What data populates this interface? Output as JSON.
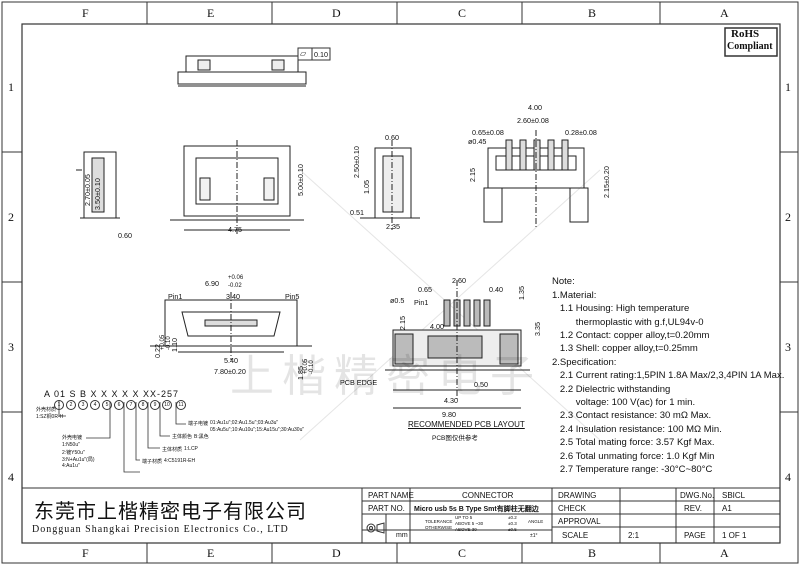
{
  "border": {
    "top_letters": [
      "F",
      "E",
      "D",
      "C",
      "B",
      "A"
    ],
    "bottom_letters": [
      "F",
      "E",
      "D",
      "C",
      "B",
      "A"
    ],
    "side_numbers": [
      "1",
      "2",
      "3",
      "4"
    ]
  },
  "rohs": {
    "line1": "RoHS",
    "line2": "Compliant"
  },
  "flatness": {
    "symbol": "▱",
    "value": "0.10"
  },
  "dimensions": {
    "d_0_60_top": "0.60",
    "d_2_50": "2.50±0.10",
    "d_1_05": "1.05",
    "d_0_51": "0.51",
    "d_2_35": "2.35",
    "d_4_00": "4.00",
    "d_2_60": "2.60±0.08",
    "d_0_65": "0.65±0.08",
    "d_0_28": "0.28±0.08",
    "d_0_45": "ø0.45",
    "d_2_15a": "2.15",
    "d_2_15b": "2.15±0.20",
    "d_2_70": "2.70±0.05",
    "d_3_50": "3.50±0.10",
    "d_0_60_side": "0.60",
    "d_4_75": "4.75",
    "d_5_00": "5.00±0.10",
    "d_6_90": "6.90",
    "d_6_90_tol_up": "+0.06",
    "d_6_90_tol_dn": "-0.02",
    "d_3_40": "3.40",
    "pin1": "Pin1",
    "pin5": "Pin5",
    "d_0_22": "0.22",
    "d_0_22_tol_up": "+0.05",
    "d_0_22_tol_dn": "-0.10",
    "d_1_10": "1.10",
    "d_5_40": "5.40",
    "d_7_80": "7.80±0.20",
    "d_1_85": "1.85",
    "d_1_85_tol_up": "+0.05",
    "d_1_85_tol_dn": "-0.10",
    "pcb_0_65": "0.65",
    "pcb_2_60": "2.60",
    "pcb_0_40": "0.40",
    "pcb_1_35": "1.35",
    "pcb_0_5": "ø0.5",
    "pcb_pin1": "Pin1",
    "pcb_2_15": "2.15",
    "pcb_4_00": "4.00",
    "pcb_3_35": "3.35",
    "pcb_0_50": "0.50",
    "pcb_4_30": "4.30",
    "pcb_9_80": "9.80",
    "pcb_edge": "PCB EDGE",
    "pcb_title": "RECOMMENDED PCB LAYOUT",
    "pcb_subtitle": "PCB图仅供参考"
  },
  "part_code": {
    "code": "A 01 S B X X X X X XX-257",
    "circles": [
      "1",
      "2",
      "3",
      "4",
      "5",
      "6",
      "7",
      "8",
      "9",
      "10",
      "11"
    ],
    "labels": {
      "l1": "外壳材质",
      "l1a": "1:SZ铜0R-H",
      "l2": "外壳电镀",
      "l2a": "1:N50u\"",
      "l2b": "2:镀Y50u\"",
      "l2c": "3:N+Au1u\"(局)",
      "l2d": "4:Au1u\"",
      "l3": "端子电镀",
      "l3a": "01:Au1u\";02:Au1.5u\";03:Au3u\"",
      "l3b": "05:Au5u\";10:Au10u\";15:Au15u\";30:Au30u\"",
      "l4": "主体颜色",
      "l4a": "B:黑色",
      "l5": "主体材质",
      "l5a": "1:LCP",
      "l6": "端子材质",
      "l6a": "4:C5191R-EH"
    }
  },
  "notes": [
    "Note:",
    "1.Material:",
    "   1.1 Housing: High temperature",
    "         thermoplastic with g.f,UL94v-0",
    "   1.2 Contact: copper alloy,t=0.20mm",
    "   1.3 Shell: copper alloy,t=0.25mm",
    "2.Specification:",
    "   2.1 Current rating:1,5PIN 1.8A Max/2,3,4PIN 1A Max.",
    "   2.2 Dielectric withstanding",
    "         voltage: 100 V(ac) for 1 min.",
    "   2.3 Contact resistance: 30 mΩ Max.",
    "   2.4 Insulation resistance: 100 MΩ Min.",
    "   2.5 Total mating force: 3.57 Kgf Max.",
    "   2.6 Total unmating force: 1.0 Kgf Min",
    "   2.7 Temperature range: -30°C~80°C"
  ],
  "company": {
    "cn": "东莞市上楷精密电子有限公司",
    "en": "Dongguan Shangkai Precision Electronics Co., LTD"
  },
  "title_block": {
    "part_name_label": "PART NAME",
    "part_name": "CONNECTOR",
    "part_no_label": "PART NO.",
    "part_no": "Micro usb 5s B Type Smt有脚柱无翻边",
    "tolerance_label": "TOLERANCE\nOTHERWISE",
    "tol_rows": [
      "UP TO 5",
      "ABOVE 5 ~30",
      "ABOVE 30"
    ],
    "tol_vals": [
      "±0.2",
      "±0.3",
      "±0.5"
    ],
    "angle_label": "ANGLE",
    "angle_val": "±1°",
    "unit": "mm",
    "drawing_label": "DRAWING",
    "check_label": "CHECK",
    "approval_label": "APPROVAL",
    "scale_label": "SCALE",
    "scale": "2:1",
    "dwg_no_label": "DWG.No.",
    "dwg_no": "SBICL",
    "rev_label": "REV.",
    "rev": "A1",
    "page_label": "PAGE",
    "page": "1 OF 1"
  },
  "watermark": "上楷精密电子"
}
